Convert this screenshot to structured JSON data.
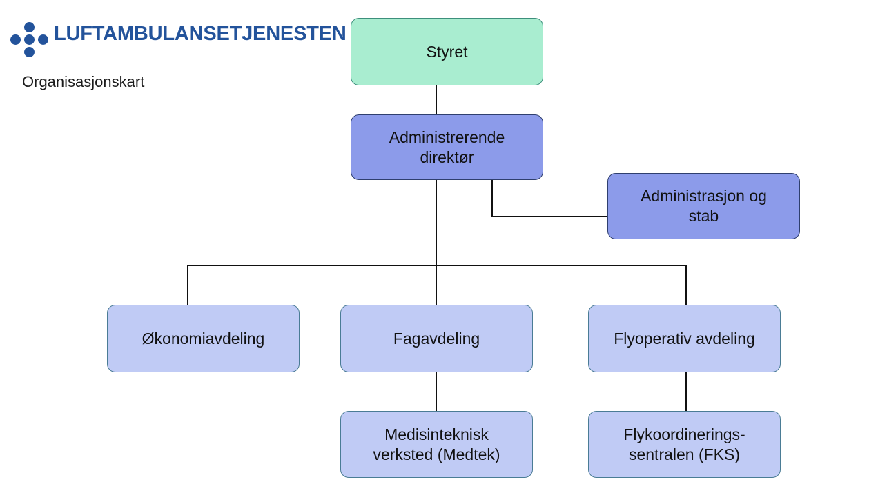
{
  "brand": {
    "logo_icon": "five-dot-cross-icon",
    "wordmark": "LUFTAMBULANSETJENESTEN",
    "wordmark_color": "#23539B",
    "subtitle": "Organisasjonskart"
  },
  "chart_data": {
    "type": "diagram",
    "diagram_kind": "organization-chart",
    "title": "Organisasjonskart",
    "orientation": "top-down",
    "colors": {
      "board_fill": "#A9EDD0",
      "board_stroke": "#3E8F7C",
      "executive_fill": "#8C9BEA",
      "executive_stroke": "#2F3F6E",
      "department_fill": "#C0CBF5",
      "department_stroke": "#4A7C95",
      "connector": "#111111",
      "background": "#FFFFFF"
    },
    "nodes": [
      {
        "id": "styret",
        "label": "Styret",
        "level": 0,
        "level_name": "board"
      },
      {
        "id": "ad",
        "label": "Administrerende\ndirektør",
        "level": 1,
        "level_name": "executive"
      },
      {
        "id": "stab",
        "label": "Administrasjon og\nstab",
        "level": 1,
        "level_name": "staff"
      },
      {
        "id": "okonomi",
        "label": "Økonomiavdeling",
        "level": 2,
        "level_name": "department"
      },
      {
        "id": "fag",
        "label": "Fagavdeling",
        "level": 2,
        "level_name": "department"
      },
      {
        "id": "flyop",
        "label": "Flyoperativ avdeling",
        "level": 2,
        "level_name": "department"
      },
      {
        "id": "medtek",
        "label": "Medisinteknisk\nverksted (Medtek)",
        "level": 3,
        "level_name": "unit"
      },
      {
        "id": "fks",
        "label": "Flykoordinerings-\nsentralen (FKS)",
        "level": 3,
        "level_name": "unit"
      }
    ],
    "edges": [
      {
        "from": "styret",
        "to": "ad",
        "style": "straight"
      },
      {
        "from": "ad",
        "to": "stab",
        "style": "elbow"
      },
      {
        "from": "ad",
        "to": "okonomi",
        "style": "elbow"
      },
      {
        "from": "ad",
        "to": "fag",
        "style": "straight"
      },
      {
        "from": "ad",
        "to": "flyop",
        "style": "elbow"
      },
      {
        "from": "fag",
        "to": "medtek",
        "style": "straight"
      },
      {
        "from": "flyop",
        "to": "fks",
        "style": "straight"
      }
    ]
  },
  "nodes": {
    "styret": {
      "label": "Styret"
    },
    "ad": {
      "line1": "Administrerende",
      "line2": "direktør"
    },
    "stab": {
      "line1": "Administrasjon og",
      "line2": "stab"
    },
    "okonomi": {
      "label": "Økonomiavdeling"
    },
    "fag": {
      "label": "Fagavdeling"
    },
    "flyop": {
      "label": "Flyoperativ avdeling"
    },
    "medtek": {
      "line1": "Medisinteknisk",
      "line2": "verksted (Medtek)"
    },
    "fks": {
      "line1": "Flykoordinerings-",
      "line2": "sentralen (FKS)"
    }
  }
}
